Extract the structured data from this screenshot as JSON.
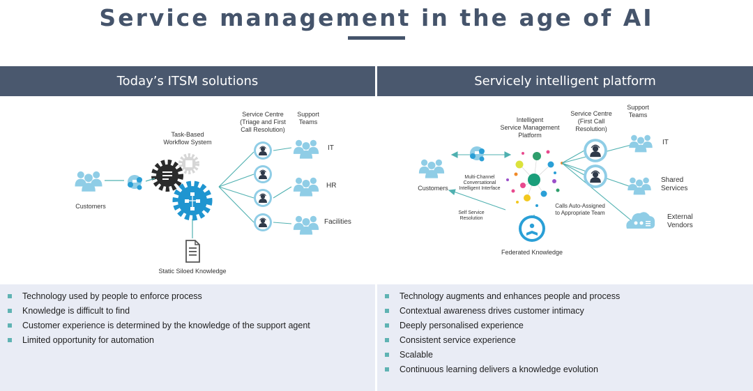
{
  "title": "Service management in the age of AI",
  "left": {
    "header": "Today’s ITSM solutions",
    "labels": {
      "customers": "Customers",
      "workflow_1": "Task-Based",
      "workflow_2": "Workflow System",
      "knowledge": "Static Siloed Knowledge",
      "service_centre_1": "Service Centre",
      "service_centre_2": "(Triage and First",
      "service_centre_3": "Call Resolution)",
      "support_1": "Support",
      "support_2": "Teams",
      "team_it": "IT",
      "team_hr": "HR",
      "team_facilities": "Facilities"
    },
    "bullets": [
      "Technology used by people to enforce process",
      "Knowledge is difficult to find",
      "Customer experience is determined by the knowledge of the support agent",
      "Limited opportunity for automation"
    ]
  },
  "right": {
    "header": "Servicely intelligent platform",
    "labels": {
      "customers": "Customers",
      "multichannel_1": "Multi-Channel",
      "multichannel_2": "Conversational",
      "multichannel_3": "Intelligent Interface",
      "ism_1": "Intelligent",
      "ism_2": "Service Management",
      "ism_3": "Platform",
      "service_centre_1": "Service Centre",
      "service_centre_2": "(First Call",
      "service_centre_3": "Resolution)",
      "support_1": "Support",
      "support_2": "Teams",
      "team_it": "IT",
      "team_shared_1": "Shared",
      "team_shared_2": "Services",
      "team_vendors_1": "External",
      "team_vendors_2": "Vendors",
      "self_service_1": "Self Service",
      "self_service_2": "Resolution",
      "auto_assigned_1": "Calls Auto-Assigned",
      "auto_assigned_2": "to Appropriate Team",
      "federated": "Federated Knowledge"
    },
    "bullets": [
      "Technology augments and enhances people and process",
      "Contextual awareness drives customer intimacy",
      "Deeply personalised experience",
      "Consistent service experience",
      "Scalable",
      "Continuous learning delivers a knowledge evolution"
    ]
  },
  "colors": {
    "header_bg": "#4a586e",
    "title": "#45546b",
    "accent_blue": "#2a9fd6",
    "light_blue": "#8fcde6",
    "teal_line": "#4fb0b0",
    "panel_bg": "#e9ecf5",
    "bullet": "#5fb3b3"
  }
}
